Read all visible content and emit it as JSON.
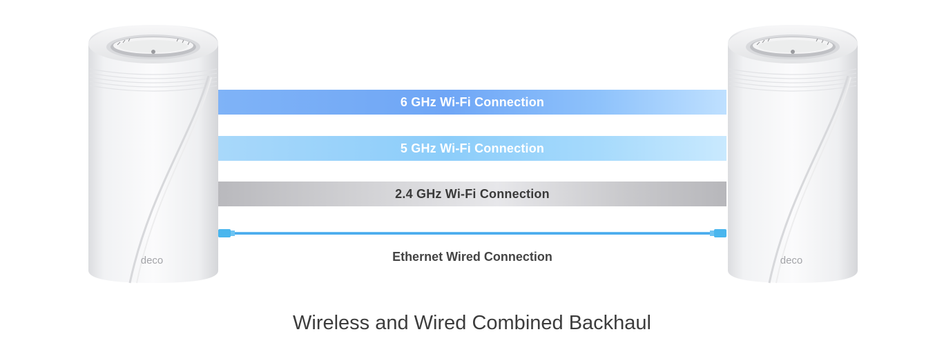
{
  "diagram": {
    "bands": {
      "band_6ghz": "6 GHz Wi-Fi Connection",
      "band_5ghz": "5 GHz Wi-Fi Connection",
      "band_24ghz": "2.4 GHz Wi-Fi Connection"
    },
    "ethernet_label": "Ethernet Wired Connection",
    "device_brand": "deco",
    "caption": "Wireless and Wired Combined Backhaul"
  },
  "colors": {
    "band_6ghz": "#6fa6f6",
    "band_5ghz": "#8ccdfa",
    "band_24ghz": "#d3d3d6",
    "ethernet_cable": "#4fb0ef"
  }
}
